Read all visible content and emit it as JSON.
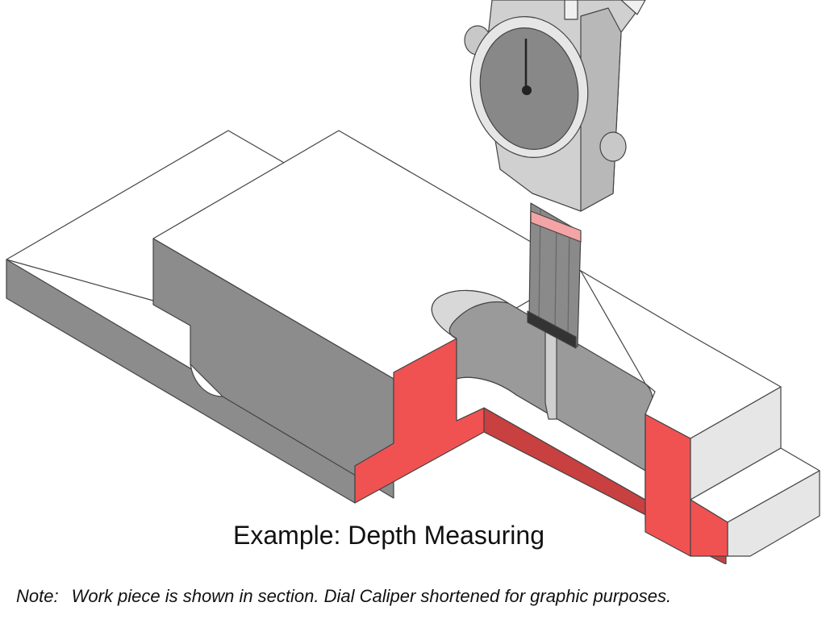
{
  "caption": "Example: Depth Measuring",
  "note": {
    "label": "Note:",
    "text": "Work piece is shown in section. Dial Caliper shortened for graphic purposes."
  },
  "colors": {
    "section_cut": "#f05252",
    "section_cut_dark": "#c84040",
    "surface_top": "#ffffff",
    "surface_side": "#8c8c8c",
    "outline": "#444444",
    "caliper_body": "#d0d0d0",
    "dial_face": "#888888",
    "depth_marker": "#f4a4a4",
    "depth_block": "#333333"
  },
  "icons": {
    "dial": "dial-gauge-icon",
    "knob": "adjustment-knob-icon"
  }
}
